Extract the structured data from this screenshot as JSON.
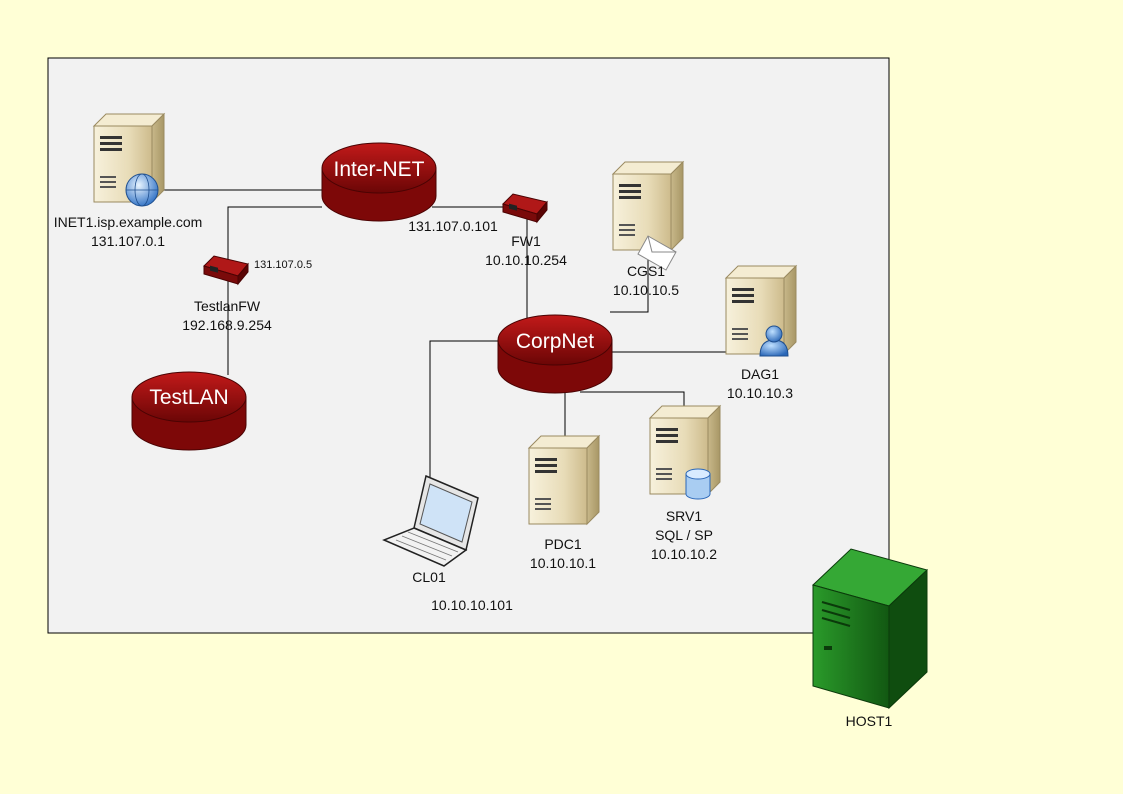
{
  "colors": {
    "background": "#ffffd6",
    "frame_fill": "#f2f2f2",
    "network_red": "#9b0d0d",
    "host_green": "#1d7a1d",
    "line": "#000000"
  },
  "networks": {
    "internet": "Inter-NET",
    "corpnet": "CorpNet",
    "testlan": "TestLAN"
  },
  "nodes": {
    "inet1": {
      "name": "INET1.isp.example.com",
      "ip": "131.107.0.1",
      "icon": "server-globe-icon"
    },
    "testlanfw": {
      "name": "TestlanFW",
      "ip_internal": "192.168.9.254",
      "ip_external": "131.107.0.5",
      "icon": "firewall-icon"
    },
    "fw1": {
      "name": "FW1",
      "ip_internal": "10.10.10.254",
      "ip_external": "131.107.0.101",
      "icon": "firewall-icon"
    },
    "cgs1": {
      "name": "CGS1",
      "ip": "10.10.10.5",
      "icon": "server-mail-icon"
    },
    "dag1": {
      "name": "DAG1",
      "ip": "10.10.10.3",
      "icon": "server-user-icon"
    },
    "srv1": {
      "name": "SRV1",
      "role": "SQL / SP",
      "ip": "10.10.10.2",
      "icon": "server-database-icon"
    },
    "pdc1": {
      "name": "PDC1",
      "ip": "10.10.10.1",
      "icon": "server-icon"
    },
    "cl01": {
      "name": "CL01",
      "ip": "10.10.10.101",
      "icon": "laptop-icon"
    },
    "host1": {
      "name": "HOST1",
      "icon": "tower-server-icon"
    }
  }
}
